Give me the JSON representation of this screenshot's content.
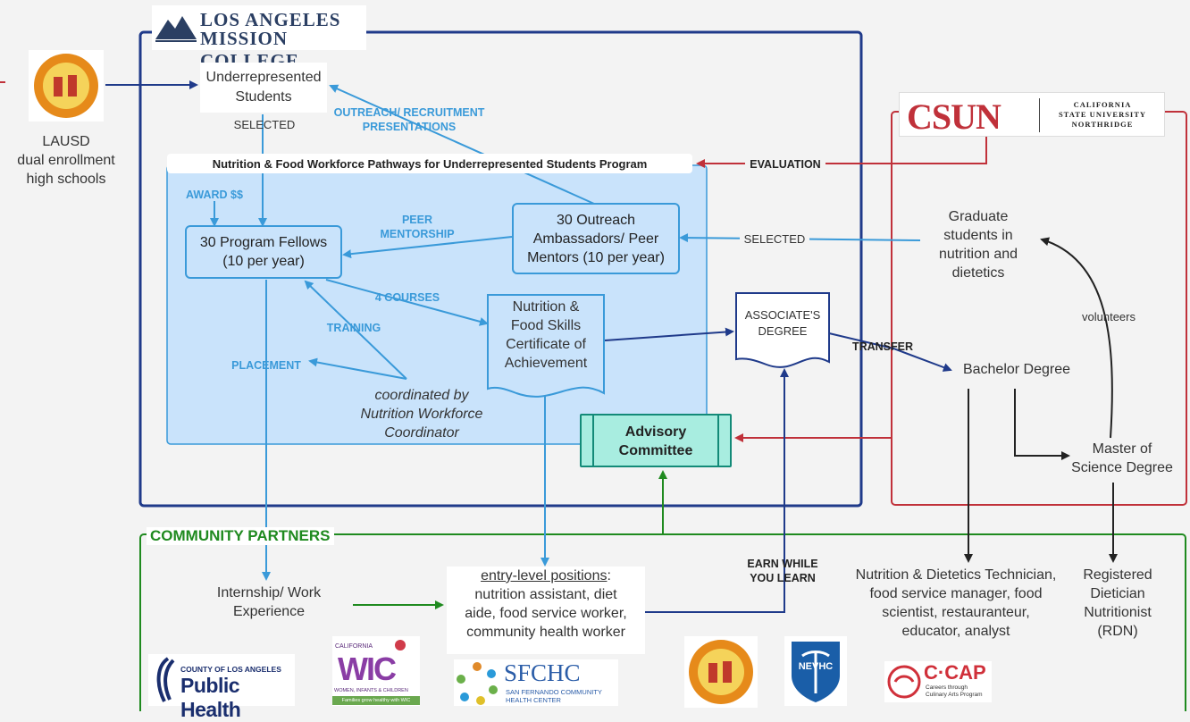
{
  "colors": {
    "lamc_border": "#1f3a8a",
    "csun_border": "#c0313a",
    "community_border": "#1f8a1f",
    "program_fill": "#c9e3fb",
    "accent_blue": "#3a9ad9",
    "advisory_fill": "#a8ede0"
  },
  "lamc": {
    "logo_line1": "LOS ANGELES",
    "logo_line2": "MISSION COLLEGE"
  },
  "lausd": {
    "label": "LAUSD\ndual enrollment\nhigh schools"
  },
  "nodes": {
    "underrep": "Underrepresented\nStudents",
    "program_title": "Nutrition & Food Workforce Pathways for Underrepresented Students Program",
    "fellows": "30 Program Fellows\n(10 per year)",
    "ambassadors": "30 Outreach\nAmbassadors/ Peer\nMentors (10 per year)",
    "certificate": "Nutrition &\nFood Skills\nCertificate of\nAchievement",
    "associate": "ASSOCIATE'S\nDEGREE",
    "coordinated": "coordinated by\nNutrition Workforce\nCoordinator",
    "advisory": "Advisory\nCommittee",
    "graduate": "Graduate\nstudents in\nnutrition and\ndietetics",
    "bachelor": "Bachelor Degree",
    "master": "Master of\nScience Degree",
    "internship": "Internship/ Work\nExperience",
    "entry_title": "entry-level positions",
    "entry_colon": ":",
    "entry_body": "nutrition assistant, diet\naide, food service worker,\ncommunity health worker",
    "technician": "Nutrition & Dietetics Technician,\nfood service manager, food\nscientist, restauranteur,\neducator, analyst",
    "rdn": "Registered\nDietician\nNutritionist\n(RDN)"
  },
  "edge_labels": {
    "selected1": "SELECTED",
    "outreach": "OUTREACH/ RECRUITMENT\nPRESENTATIONS",
    "award": "AWARD $$",
    "peer": "PEER\nMENTORSHIP",
    "courses": "4 COURSES",
    "training": "TRAINING",
    "placement": "PLACEMENT",
    "evaluation": "EVALUATION",
    "selected2": "SELECTED",
    "transfer": "TRANSFER",
    "volunteers": "volunteers",
    "earn": "EARN WHILE\nYOU LEARN"
  },
  "csun": {
    "logo": "CSUN",
    "sub": "CALIFORNIA\nSTATE UNIVERSITY\nNORTHRIDGE"
  },
  "community": {
    "title": "COMMUNITY PARTNERS"
  },
  "partners": {
    "ph_line1": "COUNTY OF LOS ANGELES",
    "ph_line2": "Public Health",
    "wic_top": "CALIFORNIA",
    "wic_main": "WIC",
    "wic_sub": "WOMEN, INFANTS & CHILDREN",
    "wic_tag": "Families grow healthy with WIC",
    "sfchc_main": "SFCHC",
    "sfchc_sub": "SAN FERNANDO COMMUNITY\nHEALTH CENTER",
    "nevhc": "NEVHC",
    "ccap_main": "C·CAP",
    "ccap_sub": "Careers through\nCulinary Arts Program"
  }
}
